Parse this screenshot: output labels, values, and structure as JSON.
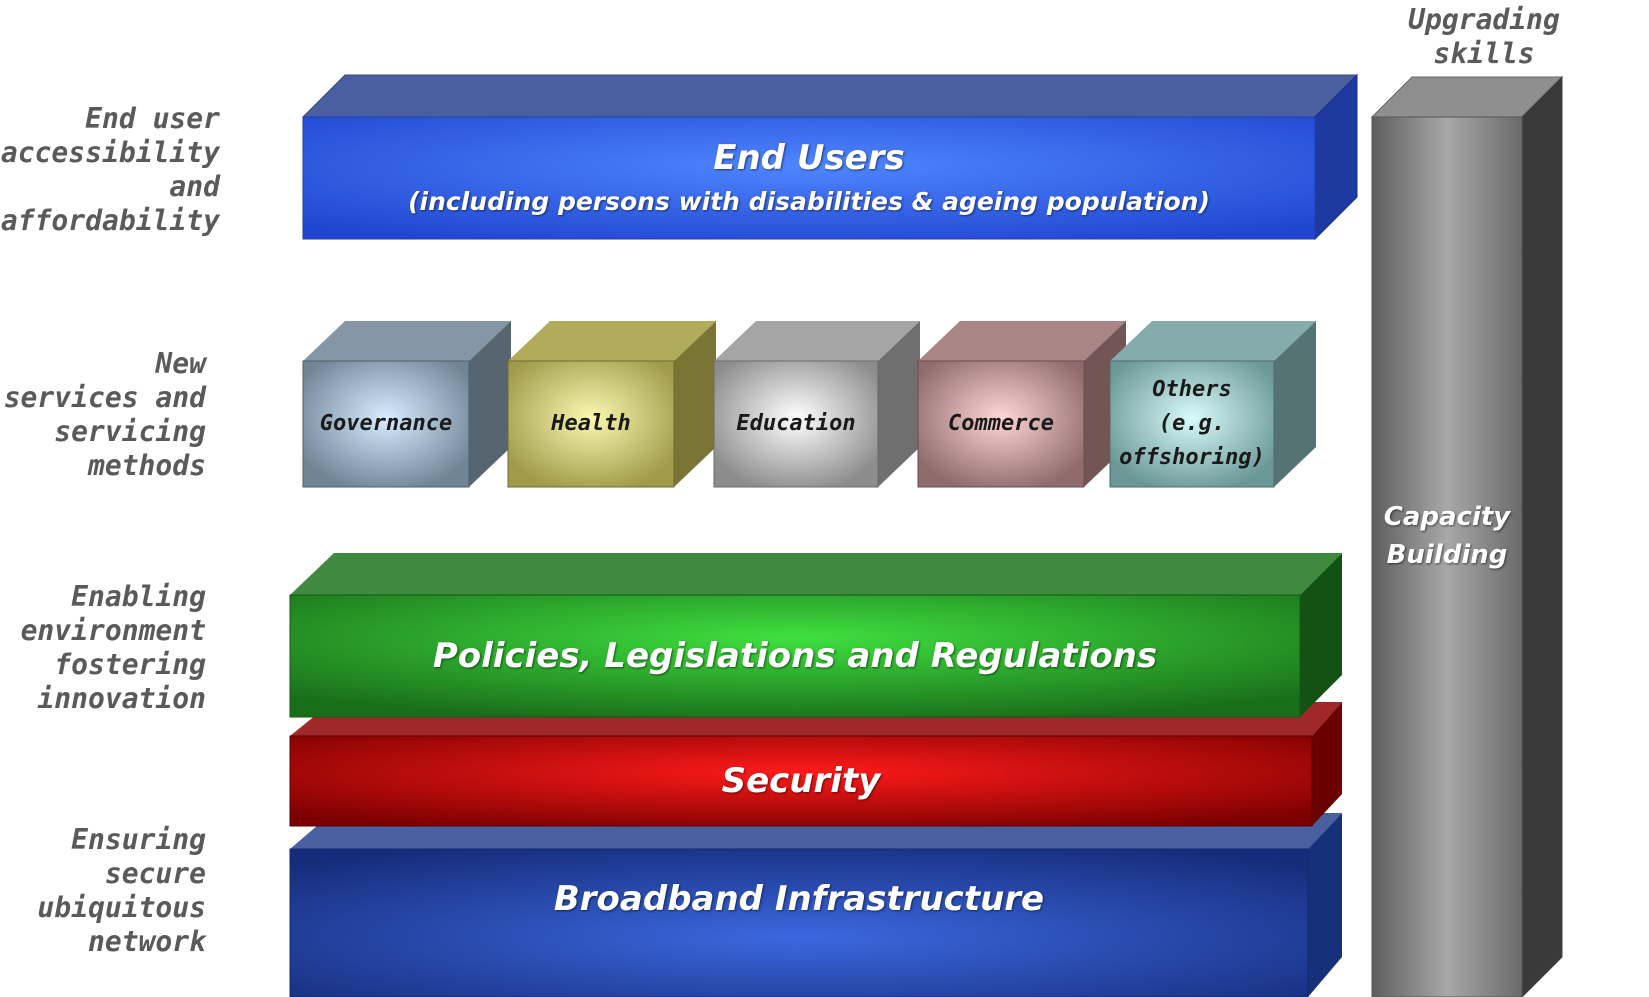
{
  "left_labels": {
    "end_user": [
      "End user",
      "accessibility",
      "and",
      "affordability"
    ],
    "new_services": [
      "New",
      "services and",
      "servicing",
      "methods"
    ],
    "enabling": [
      "Enabling",
      "environment",
      "fostering",
      "innovation"
    ],
    "ensuring": [
      "Ensuring",
      "secure",
      "ubiquitous",
      "network"
    ]
  },
  "top_right_label": [
    "Upgrading",
    "skills"
  ],
  "end_users": {
    "title": "End Users",
    "subtitle": "(including persons with disabilities & ageing population)"
  },
  "services": [
    {
      "lines": [
        "Governance"
      ]
    },
    {
      "lines": [
        "Health"
      ]
    },
    {
      "lines": [
        "Education"
      ]
    },
    {
      "lines": [
        "Commerce"
      ]
    },
    {
      "lines": [
        "Others",
        "(e.g.",
        "offshoring)"
      ]
    }
  ],
  "policies": {
    "title": "Policies, Legislations and Regulations"
  },
  "security": {
    "title": "Security"
  },
  "broadband": {
    "title": "Broadband Infrastructure"
  },
  "capacity": {
    "lines": [
      "Capacity",
      "Building"
    ]
  },
  "colors": {
    "end_users": "#2f5ff2",
    "governance": "#9fb8cc",
    "health": "#dcd77a",
    "education": "#d9d9d9",
    "commerce": "#e6b3b3",
    "others": "#a8dada",
    "policies": "#2ea52e",
    "security": "#e00000",
    "broadband": "#1e3c9a",
    "capacity": "#8a8a8a",
    "label_text": "#5a5a5a"
  }
}
